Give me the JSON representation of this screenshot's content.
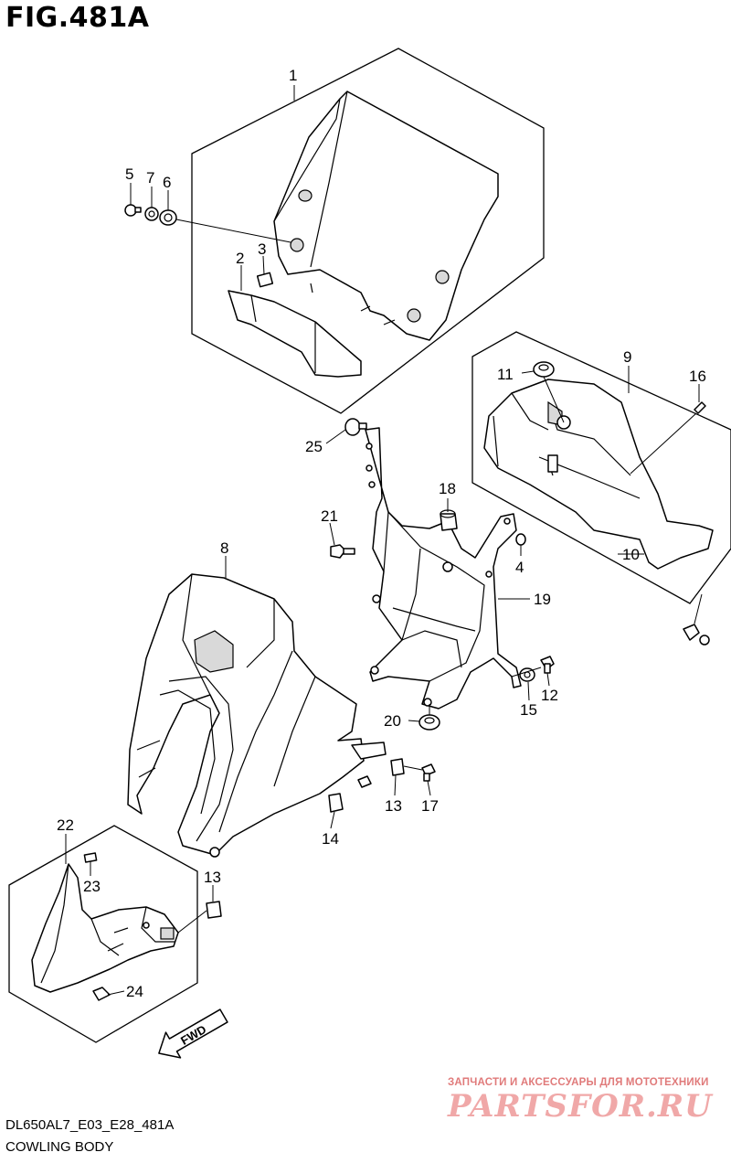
{
  "header": {
    "figure": "FIG.481A"
  },
  "footer": {
    "code": "DL650AL7_E03_E28_481A",
    "caption": "COWLING BODY"
  },
  "watermark": {
    "line1": "ЗАПЧАСТИ И АКСЕССУАРЫ ДЛЯ МОТОТЕХНИКИ",
    "line2": "PARTSFOR.RU"
  },
  "arrow": {
    "label": "FWD"
  },
  "callouts": {
    "c1": "1",
    "c2": "2",
    "c3": "3",
    "c4": "4",
    "c5": "5",
    "c6": "6",
    "c7": "7",
    "c8": "8",
    "c9": "9",
    "c10": "10",
    "c11": "11",
    "c12": "12",
    "c13a": "13",
    "c13b": "13",
    "c14": "14",
    "c15": "15",
    "c16": "16",
    "c17": "17",
    "c18": "18",
    "c19": "19",
    "c20": "20",
    "c21": "21",
    "c22": "22",
    "c23": "23",
    "c24": "24",
    "c25": "25"
  }
}
